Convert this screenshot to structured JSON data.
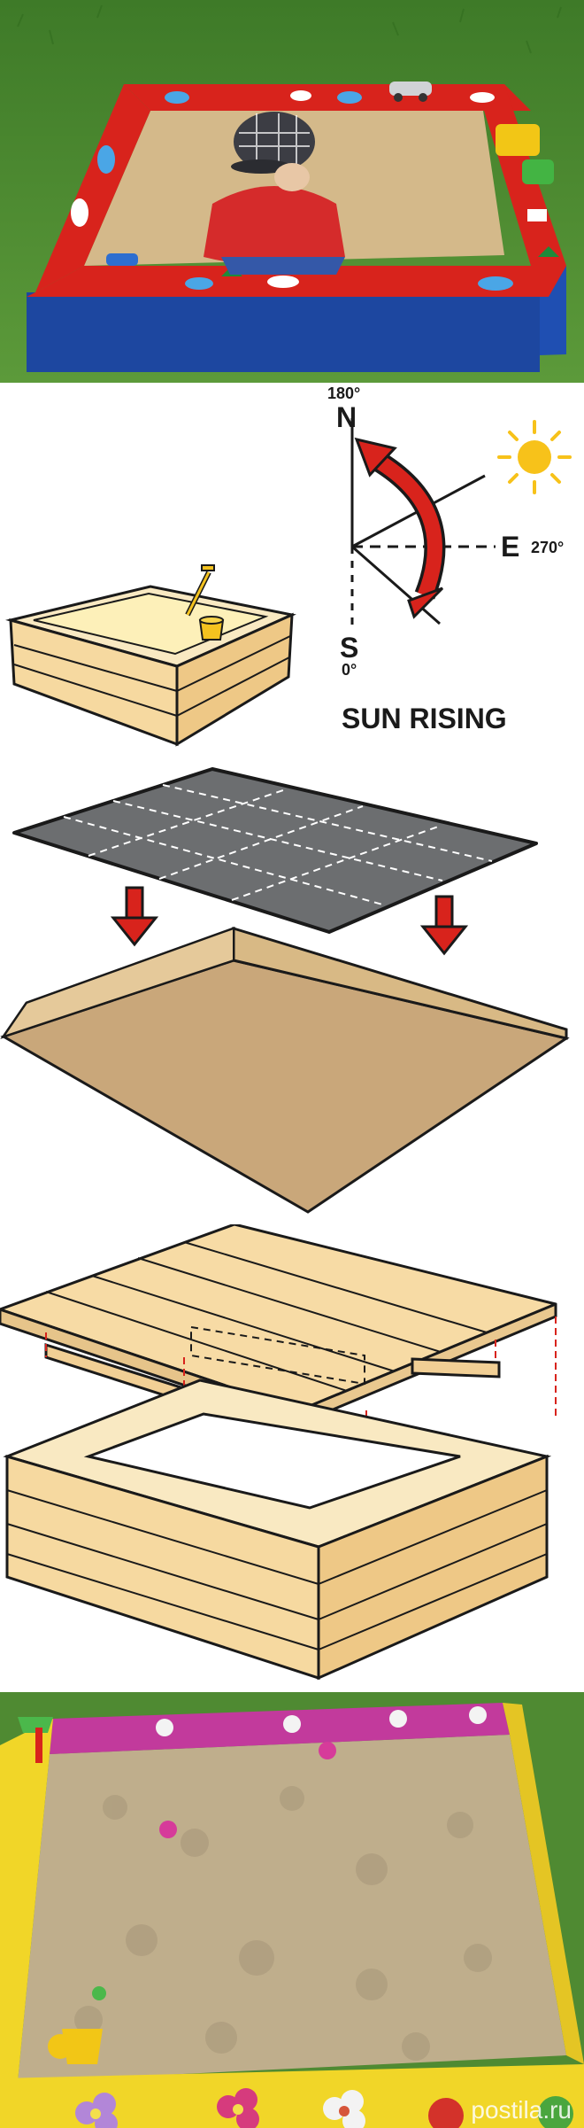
{
  "compass": {
    "north_degrees": "180°",
    "north_letter": "N",
    "east_letter": "E",
    "east_degrees": "270°",
    "south_letter": "S",
    "south_degrees": "0°",
    "caption": "SUN RISING"
  },
  "watermark": {
    "name": "postila",
    "dot": ".",
    "tld": "ru"
  },
  "colors": {
    "frame_red": "#d8231c",
    "frame_blue": "#1f4fb2",
    "wood": "#f6d9a0",
    "sand": "#c9a77a",
    "tarp": "#6c6e70",
    "arrow_red": "#d8231c",
    "sun": "#f7c21a",
    "grass": "#4f8a32",
    "pink_frame": "#c23a9c",
    "yellow_frame": "#f1d628"
  },
  "icons": [
    "sun-icon",
    "arrow-down-icon",
    "shovel-icon",
    "bucket-icon",
    "flower-icon",
    "apple-icon",
    "car-icon"
  ]
}
